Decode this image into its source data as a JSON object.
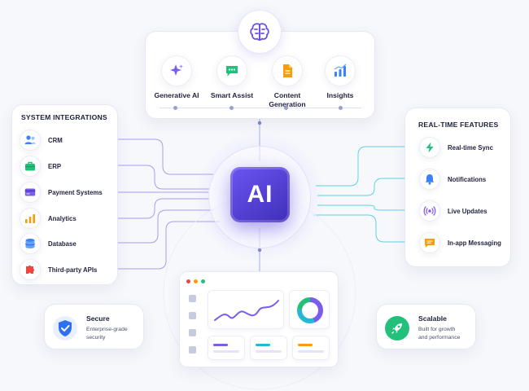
{
  "center": {
    "label": "AI"
  },
  "top_features": [
    {
      "label": "Generative AI",
      "icon": "sparkle-icon"
    },
    {
      "label": "Smart Assist",
      "icon": "chat-bubble-icon"
    },
    {
      "label": "Content\nGeneration",
      "icon": "document-icon"
    },
    {
      "label": "Insights",
      "icon": "bar-chart-icon"
    }
  ],
  "system_integrations": {
    "title": "SYSTEM INTEGRATIONS",
    "items": [
      {
        "label": "CRM",
        "icon": "users-icon"
      },
      {
        "label": "ERP",
        "icon": "briefcase-icon"
      },
      {
        "label": "Payment Systems",
        "icon": "credit-card-icon"
      },
      {
        "label": "Analytics",
        "icon": "bar-chart-icon"
      },
      {
        "label": "Database",
        "icon": "database-icon"
      },
      {
        "label": "Third-party APIs",
        "icon": "puzzle-icon"
      }
    ]
  },
  "realtime_features": {
    "title": "REAL-TIME FEATURES",
    "items": [
      {
        "label": "Real-time Sync",
        "icon": "lightning-icon"
      },
      {
        "label": "Notifications",
        "icon": "bell-icon"
      },
      {
        "label": "Live Updates",
        "icon": "broadcast-icon"
      },
      {
        "label": "In-app Messaging",
        "icon": "message-icon"
      }
    ]
  },
  "badges": {
    "secure": {
      "title": "Secure",
      "subtitle": "Enterprise-grade\nsecurity",
      "icon": "shield-check-icon"
    },
    "scalable": {
      "title": "Scalable",
      "subtitle": "Built for growth\nand performance",
      "icon": "rocket-icon"
    }
  },
  "colors": {
    "accent_purple": "#5b45e6",
    "accent_blue": "#3b82f6",
    "accent_cyan": "#22b8d6",
    "accent_green": "#22c07a",
    "accent_orange": "#f59e0b",
    "accent_red": "#ef4444"
  }
}
